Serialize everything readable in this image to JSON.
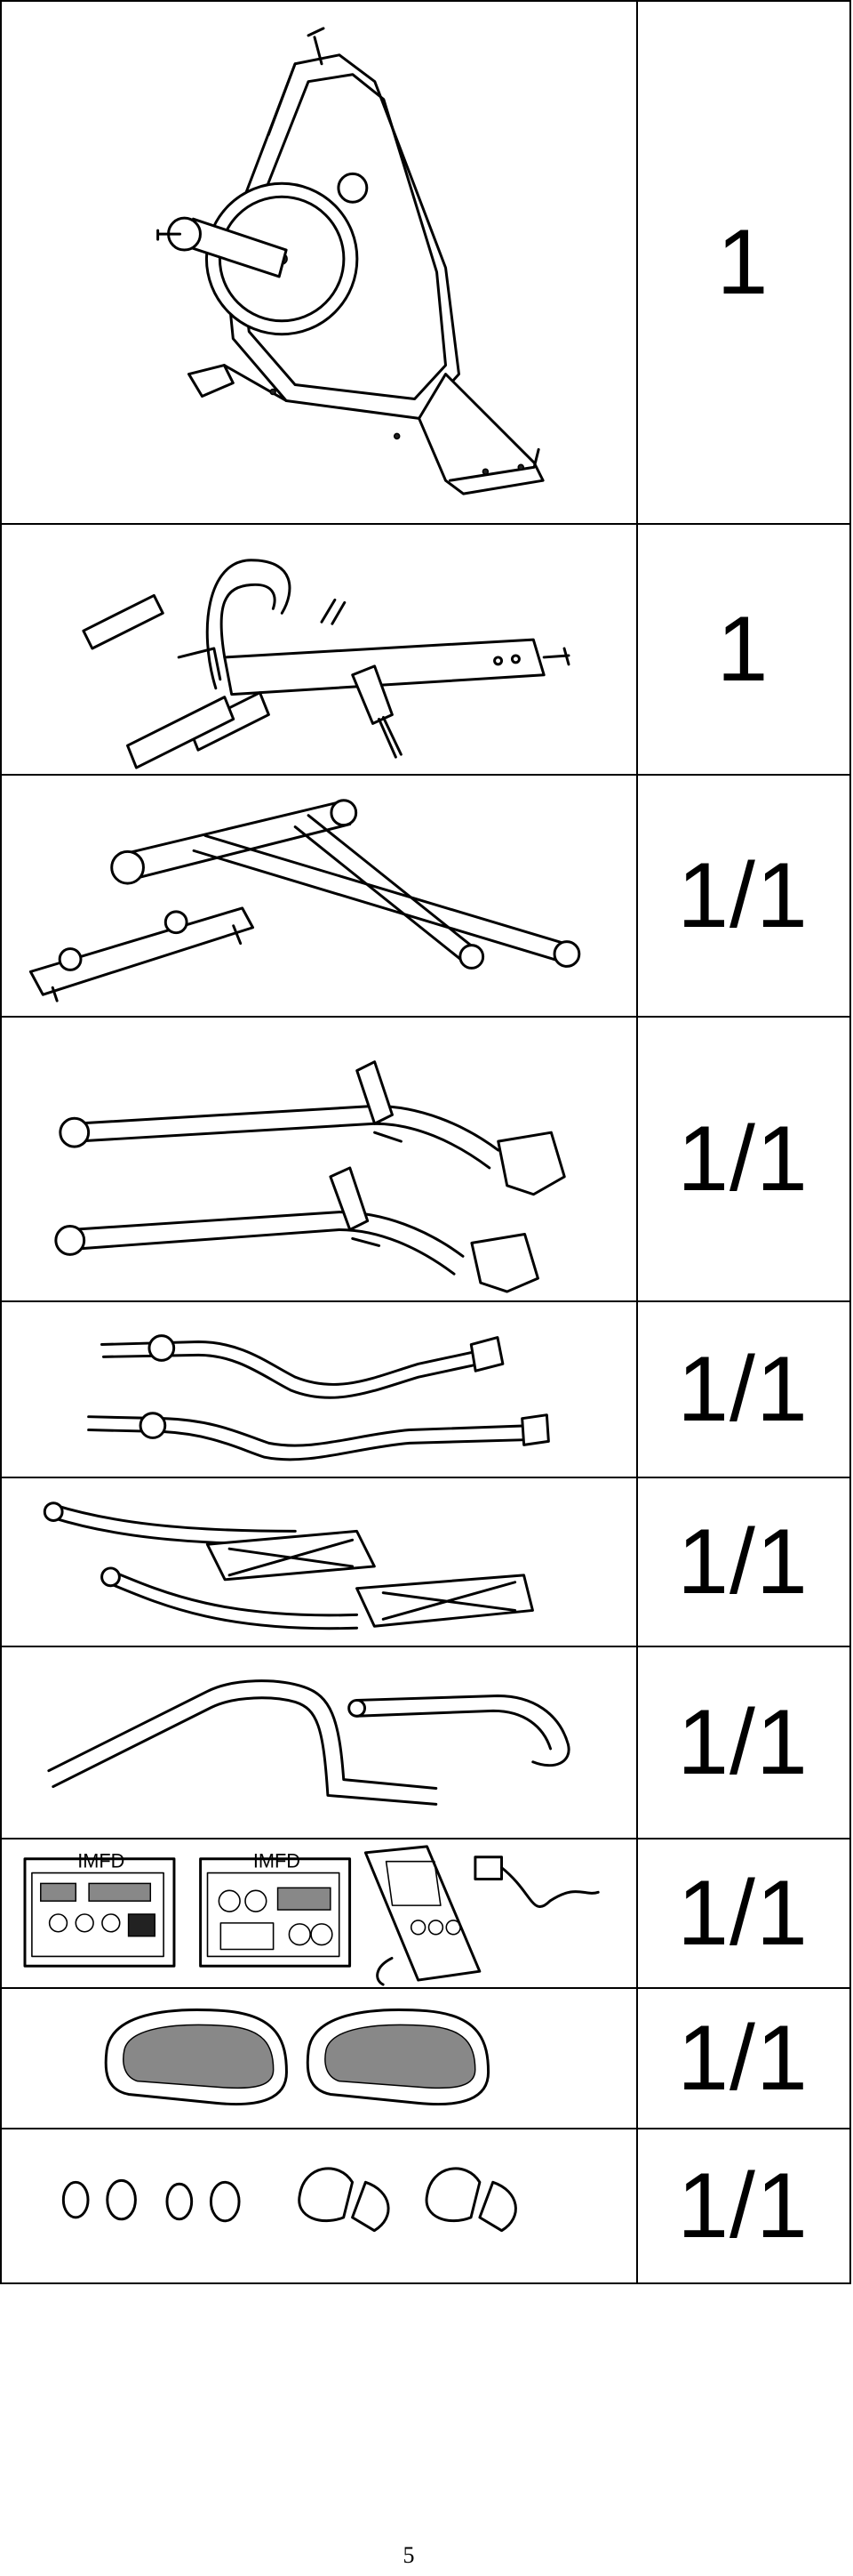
{
  "parts": [
    {
      "part": "main-frame",
      "qty": "1"
    },
    {
      "part": "handlebar-post",
      "qty": "1"
    },
    {
      "part": "stabilizers",
      "qty": "1/1"
    },
    {
      "part": "swing-arms",
      "qty": "1/1"
    },
    {
      "part": "connecting-rods",
      "qty": "1/1"
    },
    {
      "part": "pedal-rails",
      "qty": "1/1"
    },
    {
      "part": "handlebars",
      "qty": "1/1"
    },
    {
      "part": "console-and-manuals",
      "qty": "1/1",
      "manual_label_1": "IMFD",
      "manual_label_2": "IMFD"
    },
    {
      "part": "pedals",
      "qty": "1/1"
    },
    {
      "part": "caps-and-covers",
      "qty": "1/1"
    }
  ],
  "page_number": "5"
}
